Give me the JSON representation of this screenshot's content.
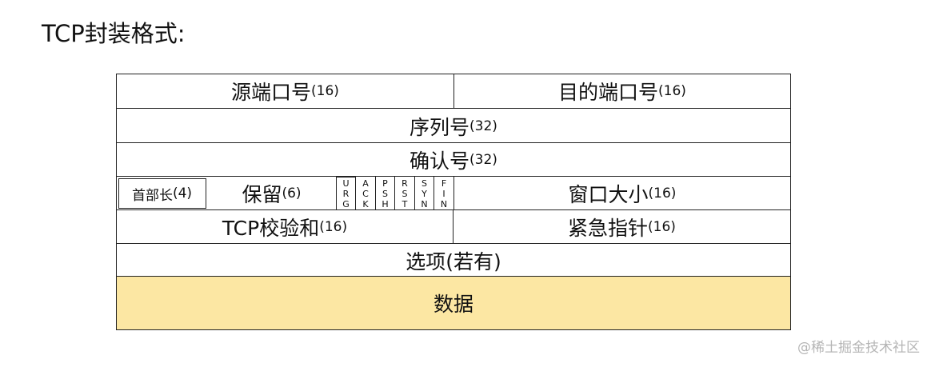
{
  "title": "TCP封装格式:",
  "fields": {
    "src_port": {
      "label": "源端口号",
      "bits": "(16)"
    },
    "dst_port": {
      "label": "目的端口号",
      "bits": "(16)"
    },
    "seq": {
      "label": "序列号",
      "bits": "(32)"
    },
    "ack_num": {
      "label": "确认号",
      "bits": "(32)"
    },
    "header_len": {
      "label": "首部长",
      "bits": "(4)"
    },
    "reserved": {
      "label": "保留",
      "bits": "(6)"
    },
    "flags": [
      {
        "name": "URG",
        "chars": [
          "U",
          "R",
          "G"
        ]
      },
      {
        "name": "ACK",
        "chars": [
          "A",
          "C",
          "K"
        ]
      },
      {
        "name": "PSH",
        "chars": [
          "P",
          "S",
          "H"
        ]
      },
      {
        "name": "RST",
        "chars": [
          "R",
          "S",
          "T"
        ]
      },
      {
        "name": "SYN",
        "chars": [
          "S",
          "Y",
          "N"
        ]
      },
      {
        "name": "FIN",
        "chars": [
          "F",
          "I",
          "N"
        ]
      }
    ],
    "window": {
      "label": "窗口大小",
      "bits": "(16)"
    },
    "checksum": {
      "label": "TCP校验和",
      "bits": "(16)"
    },
    "urgent": {
      "label": "紧急指针",
      "bits": "(16)"
    },
    "options": {
      "label": "选项(若有)"
    },
    "data": {
      "label": "数据"
    }
  },
  "colors": {
    "data_fill": "#fce7a3",
    "border": "#222222"
  },
  "watermark": "@稀土掘金技术社区"
}
